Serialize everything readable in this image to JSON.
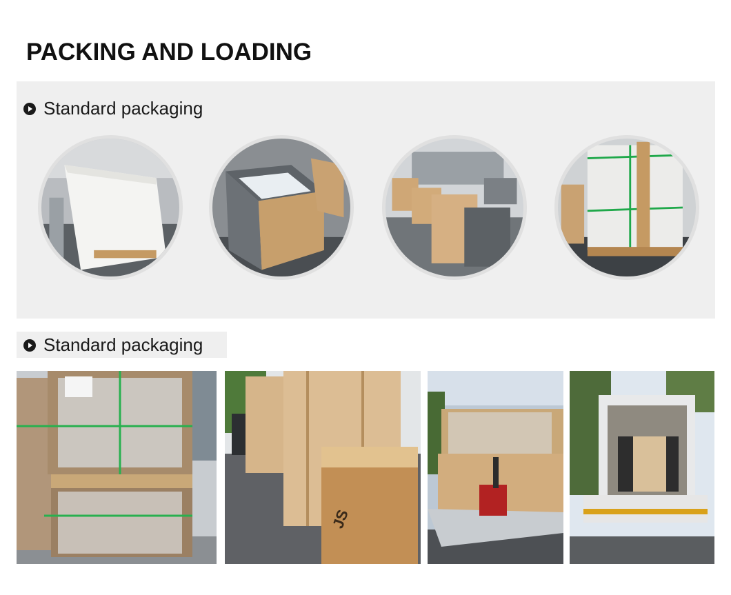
{
  "page": {
    "title": "PACKING AND LOADING"
  },
  "section1": {
    "heading": "Standard packaging",
    "photos": [
      {
        "icon": "packed-panel-photo"
      },
      {
        "icon": "cabinet-crate-photo"
      },
      {
        "icon": "warehouse-row-photo"
      },
      {
        "icon": "strapped-pallet-photo"
      }
    ]
  },
  "section2": {
    "heading": "Standard packaging",
    "photos": [
      {
        "icon": "pallet-stack-photo"
      },
      {
        "icon": "wooden-crate-photo"
      },
      {
        "icon": "truck-tailgate-photo"
      },
      {
        "icon": "container-loading-photo"
      }
    ]
  },
  "colors": {
    "panel_bg": "#efefef",
    "heading": "#1a1a1a",
    "circle_border": "#e0e0e0"
  }
}
